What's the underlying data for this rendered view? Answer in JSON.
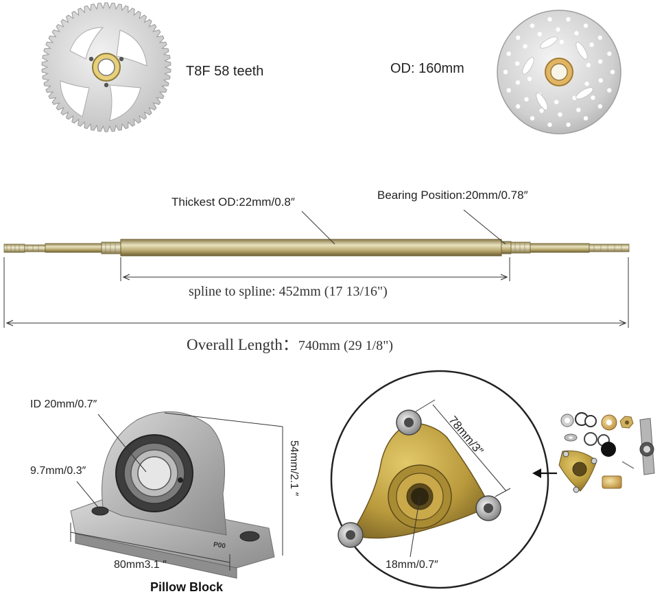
{
  "sprocket": {
    "label": "T8F 58 teeth"
  },
  "brake_disc": {
    "label": "OD: 160mm"
  },
  "axle": {
    "thickest_od": "Thickest OD:22mm/0.8″",
    "bearing_position": "Bearing Position:20mm/0.78″",
    "spline_to_spline_prefix": "spline to spline: ",
    "spline_to_spline_value": "452mm (17 13/16\")",
    "overall_length_prefix": "Overall Length：",
    "overall_length_value": "740mm (29 1/8\")"
  },
  "pillow_block": {
    "title": "Pillow Block",
    "id_label": "ID 20mm/0.7″",
    "hole_label": "9.7mm/0.3″",
    "height_label": "54mm/2.1 ″",
    "width_label": "80mm3.1 ″",
    "stamp": "P00"
  },
  "hub": {
    "bolt_spacing": "78mm/3″",
    "bore": "18mm/0.7″"
  },
  "colors": {
    "steel": "#c8c8c8",
    "brass": "#c8a64a",
    "line": "#333333"
  }
}
